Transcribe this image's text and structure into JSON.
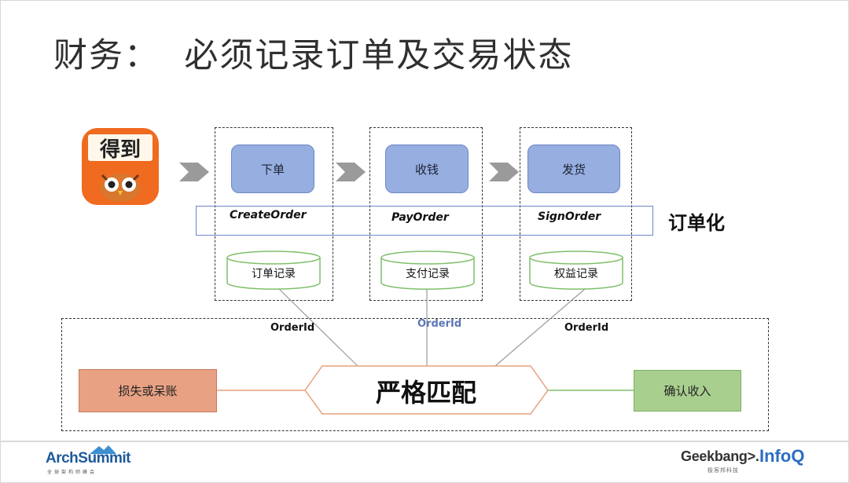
{
  "title": "财务：  必须记录订单及交易状态",
  "app_icon": {
    "label": "得到",
    "color": "#f06a1f"
  },
  "steps": [
    {
      "label": "下单",
      "op": "CreateOrder",
      "record": "订单记录"
    },
    {
      "label": "收钱",
      "op": "PayOrder",
      "record": "支付记录"
    },
    {
      "label": "发货",
      "op": "SignOrder",
      "record": "权益记录"
    }
  ],
  "band_label": "订单化",
  "order_id_labels": [
    "OrderId",
    "OrderId",
    "OrderId"
  ],
  "match": {
    "center": "严格匹配",
    "left": "损失或呆账",
    "right": "确认收入"
  },
  "footer": {
    "left_logo": "ArchSummit",
    "left_logo_sub": "全球架构师峰会",
    "right_logo_1": "Geekbang>.",
    "right_logo_1_sub": "极客邦科技",
    "right_logo_2": "InfoQ"
  },
  "colors": {
    "step_fill": "#96aee0",
    "band_border": "#6e87c7",
    "loss_fill": "#e8a183",
    "confirm_fill": "#a9cf8f",
    "match_border": "#e6a27f"
  }
}
